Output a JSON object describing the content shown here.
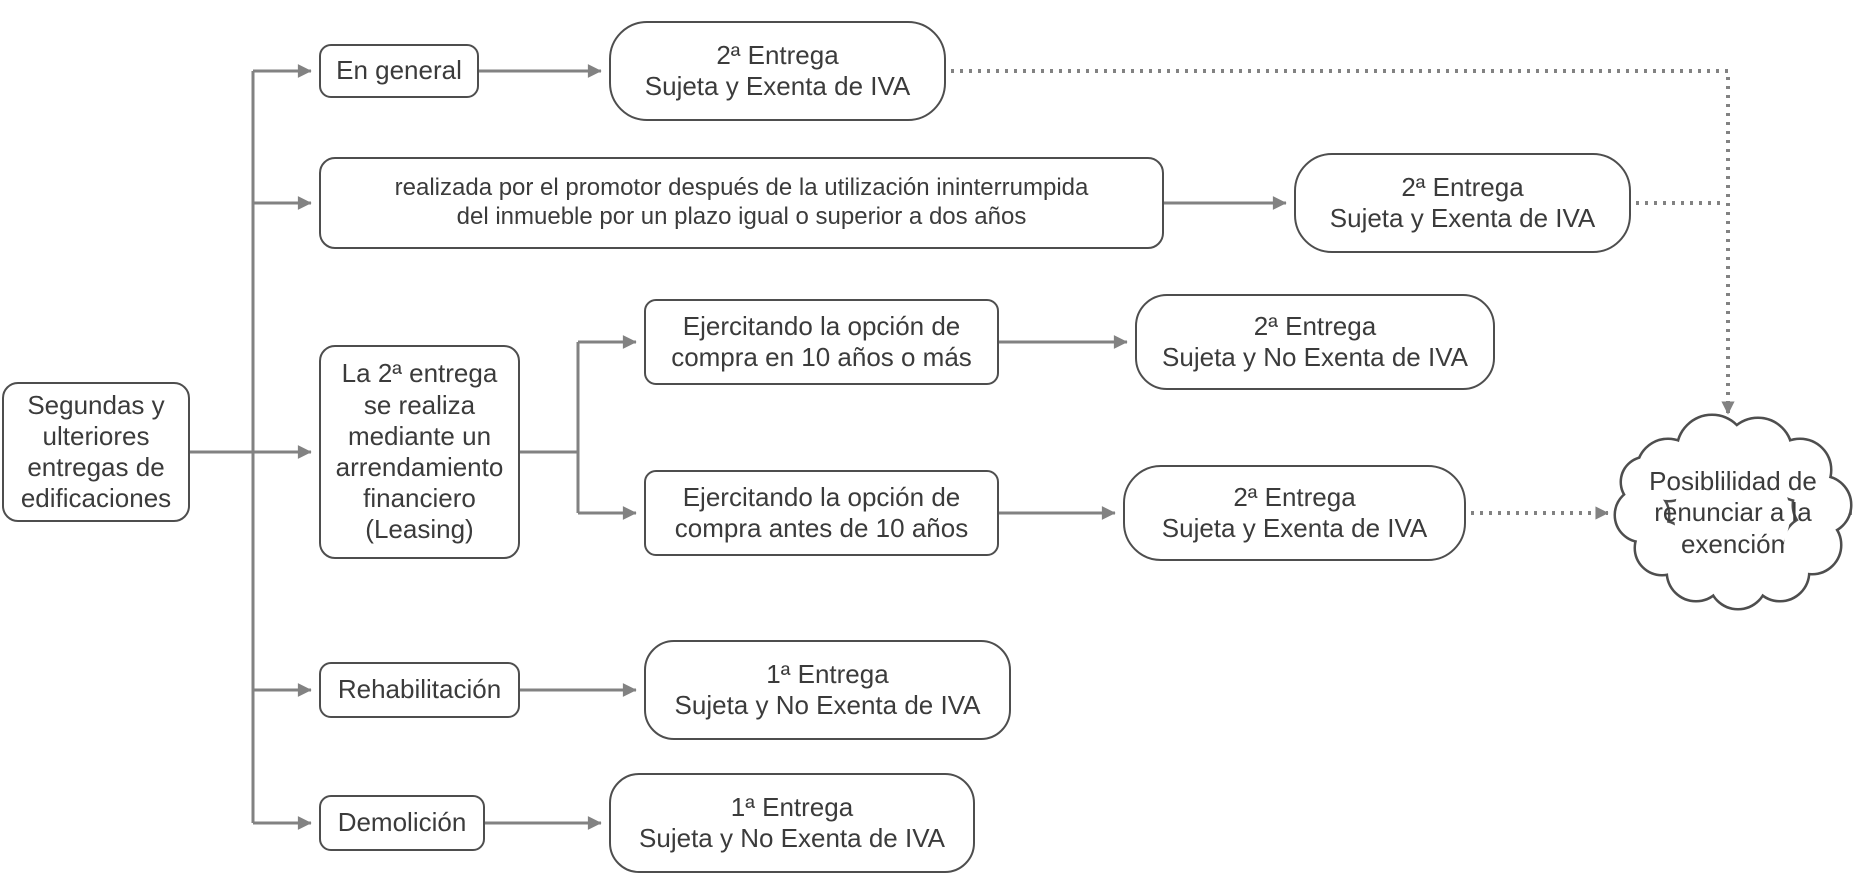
{
  "title": "Segundas y ulteriores entregas de edificaciones - tratamiento de IVA",
  "colors": {
    "box_border": "#4e4e4e",
    "connector": "#828282",
    "text": "#3b3b3b",
    "background": "#ffffff"
  },
  "nodes": {
    "root": "Segundas y\nulteriores\nentregas de\nedificaciones",
    "en_general": "En general",
    "res_en_general": "2ª Entrega\nSujeta y Exenta de IVA",
    "promotor": "realizada por el promotor después de la utilización ininterrumpida\ndel inmueble por un plazo igual o superior a dos años",
    "res_promotor": "2ª Entrega\nSujeta y Exenta de IVA",
    "leasing": "La 2ª entrega\nse realiza\nmediante un\narrendamiento\nfinanciero\n(Leasing)",
    "opcion_10_o_mas": "Ejercitando la opción de\ncompra en 10 años o más",
    "res_10_o_mas": "2ª Entrega\nSujeta y No Exenta de IVA",
    "opcion_antes_10": "Ejercitando la opción de\ncompra antes de 10 años",
    "res_antes_10": "2ª Entrega\nSujeta y Exenta de IVA",
    "rehabilitacion": "Rehabilitación",
    "res_rehabilitacion": "1ª Entrega\nSujeta y No Exenta de IVA",
    "demolicion": "Demolición",
    "res_demolicion": "1ª Entrega\nSujeta y No Exenta de IVA",
    "cloud": "Posiblilidad de\nrenunciar a la\nexención"
  }
}
